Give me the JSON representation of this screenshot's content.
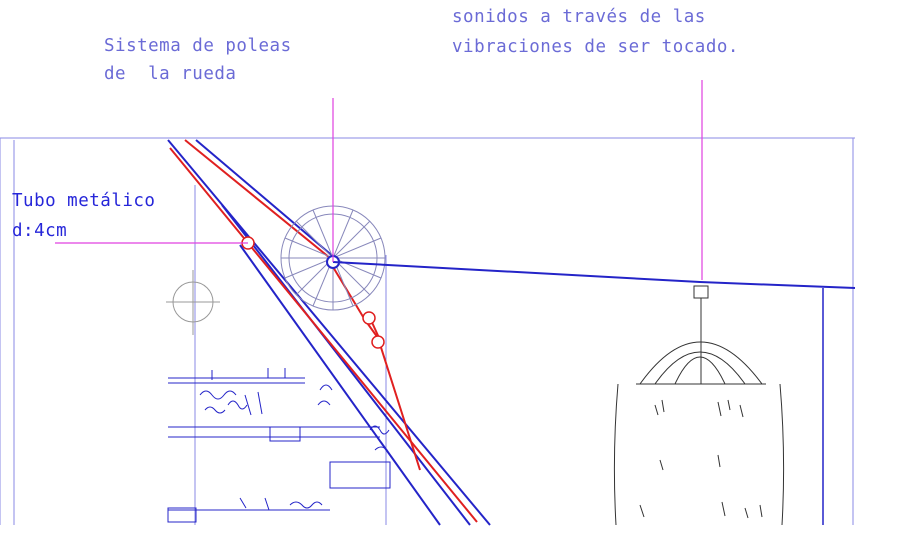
{
  "labels": {
    "pulley_line1": "Sistema de poleas",
    "pulley_line2": "de  la rueda",
    "sound_line1": "sonidos a través de las",
    "sound_line2": "vibraciones de ser tocado.",
    "tube_line1": "Tubo metálico",
    "tube_line2": "d:4cm"
  },
  "colors": {
    "text_top": "#6b6bd6",
    "text_left": "#2626d9",
    "leader": "#e040e0",
    "frame": "#7a7ae0",
    "structure": "#2424c8",
    "red_rod": "#e02020",
    "sketch": "#333333"
  }
}
